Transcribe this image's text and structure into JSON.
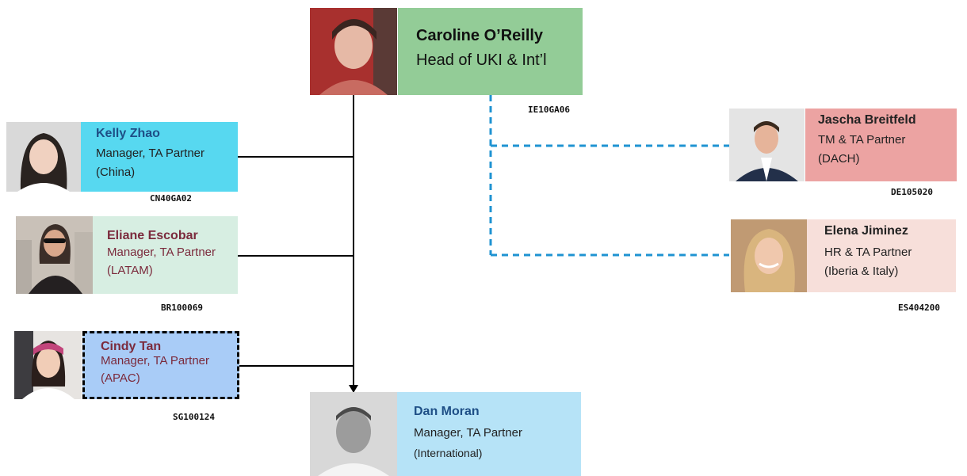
{
  "colors": {
    "head": "#93cc97",
    "kelly": "#57d8f0",
    "eliane": "#d7eee2",
    "cindy": "#a9ccf7",
    "dan": "#b6e3f7",
    "jascha": "#eca3a2",
    "elena": "#f7dfda",
    "solid_line": "#000000",
    "dashed_line": "#1f93d2"
  },
  "head": {
    "name": "Caroline O’Reilly",
    "role": "Head of UKI & Int’l",
    "code": "IE10GA06"
  },
  "kelly": {
    "name": "Kelly Zhao",
    "role": "Manager, TA Partner",
    "region": "(China)",
    "code": "CN40GA02"
  },
  "eliane": {
    "name": "Eliane Escobar",
    "role": "Manager, TA Partner",
    "region": "(LATAM)",
    "code": "BR100069"
  },
  "cindy": {
    "name": "Cindy Tan",
    "role": "Manager, TA Partner",
    "region": "(APAC)",
    "code": "SG100124"
  },
  "dan": {
    "name": "Dan Moran",
    "role": "Manager, TA Partner",
    "region": "(International)"
  },
  "jascha": {
    "name": "Jascha Breitfeld",
    "role": "TM & TA Partner",
    "region": "(DACH)",
    "code": "DE105020"
  },
  "elena": {
    "name": "Elena Jiminez",
    "role": "HR & TA Partner",
    "region": "(Iberia & Italy)",
    "code": "ES404200"
  }
}
